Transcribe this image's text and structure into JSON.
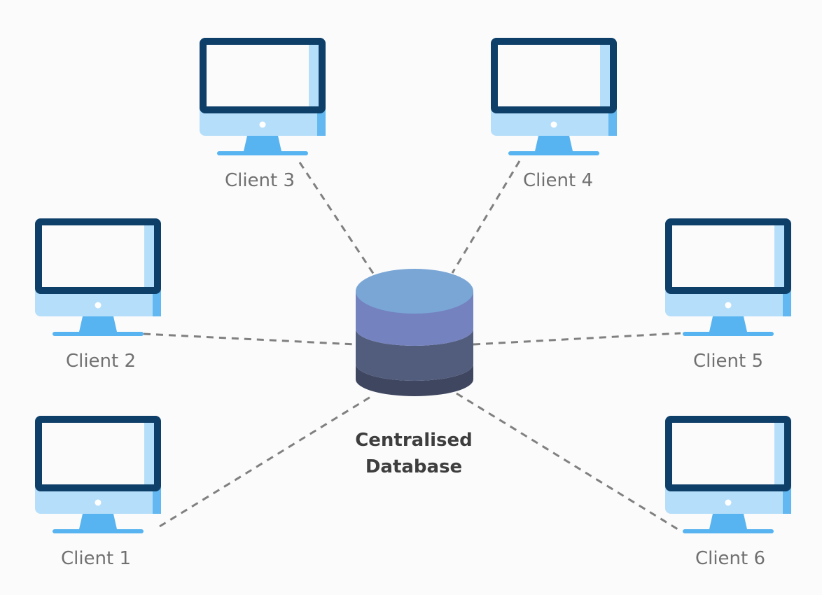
{
  "clients": [
    {
      "label": "Client 1"
    },
    {
      "label": "Client 2"
    },
    {
      "label": "Client 3"
    },
    {
      "label": "Client 4"
    },
    {
      "label": "Client 5"
    },
    {
      "label": "Client 6"
    }
  ],
  "database": {
    "label_line1": "Centralised",
    "label_line2": "Database"
  },
  "colors": {
    "monitor_frame": "#0d3f69",
    "monitor_screen": "#fbfbfb",
    "monitor_edge": "#b5defa",
    "monitor_stand": "#58b4f0",
    "connector": "#808080",
    "db_top": "#7aa6d6",
    "db_band1": "#7482bf",
    "db_band2": "#525d7e",
    "db_band3": "#3f4660"
  }
}
